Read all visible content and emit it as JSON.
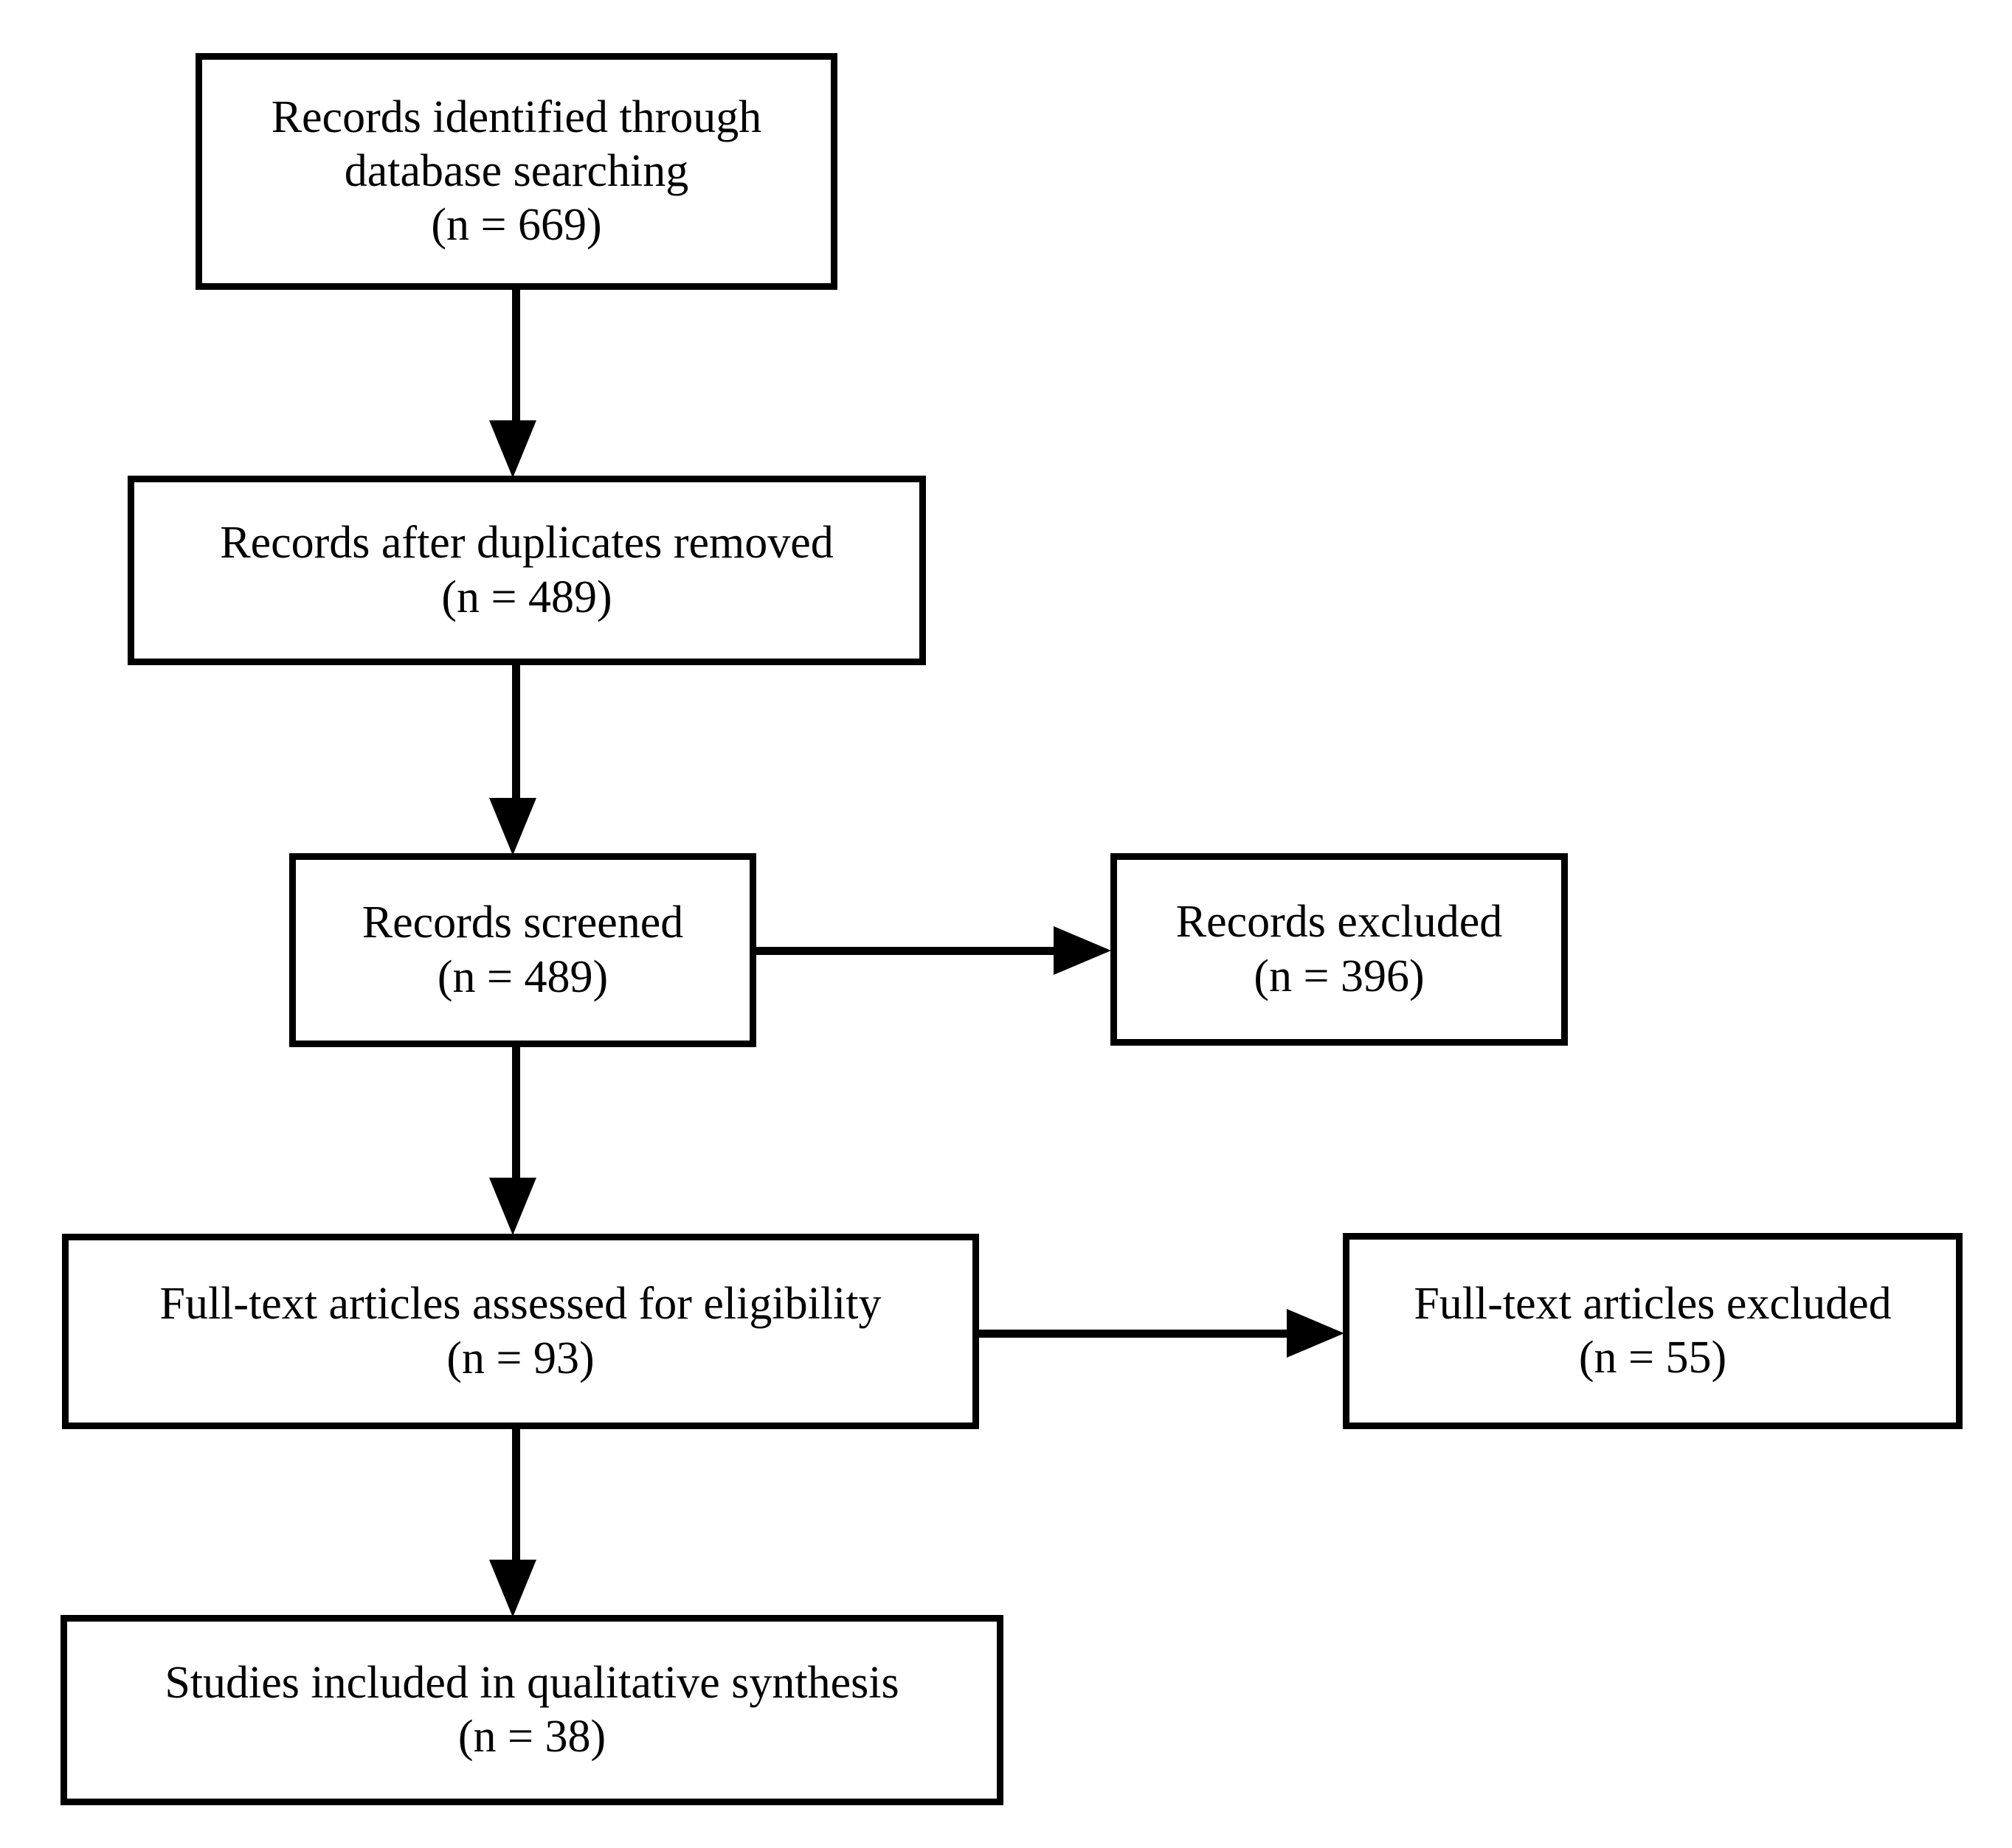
{
  "diagram": {
    "type": "prisma-flow-diagram",
    "nodes": [
      {
        "id": "identified",
        "line1": "Records identified through",
        "line2": "database searching",
        "count": "(n = 669)"
      },
      {
        "id": "duplicates",
        "line1": "Records after duplicates removed",
        "count": "(n = 489)"
      },
      {
        "id": "screened",
        "line1": "Records screened",
        "count": "(n = 489)"
      },
      {
        "id": "records-excluded",
        "line1": "Records excluded",
        "count": "(n = 396)"
      },
      {
        "id": "fulltext-assessed",
        "line1": "Full-text articles assessed for eligibility",
        "count": "(n = 93)"
      },
      {
        "id": "fulltext-excluded",
        "line1": "Full-text articles excluded",
        "count": "(n = 55)"
      },
      {
        "id": "included",
        "line1": "Studies included in qualitative synthesis",
        "count": "(n = 38)"
      }
    ],
    "edges": [
      {
        "id": "identified-to-duplicates",
        "direction": "down"
      },
      {
        "id": "duplicates-to-screened",
        "direction": "down"
      },
      {
        "id": "screened-to-fulltext",
        "direction": "down"
      },
      {
        "id": "fulltext-to-included",
        "direction": "down"
      },
      {
        "id": "screened-to-records-excluded",
        "direction": "right"
      },
      {
        "id": "fulltext-to-fulltext-excluded",
        "direction": "right"
      }
    ],
    "colors": {
      "stroke": "#000000",
      "fill": "#ffffff",
      "text": "#000000"
    }
  }
}
